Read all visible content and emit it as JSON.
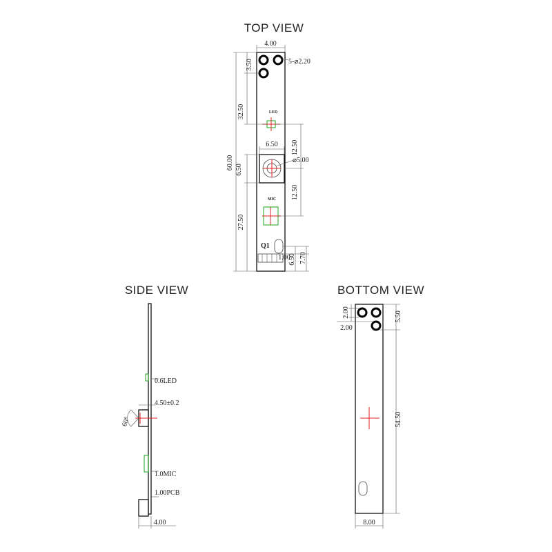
{
  "views": {
    "top": "TOP VIEW",
    "side": "SIDE VIEW",
    "bottom": "BOTTOM VIEW"
  },
  "top_view": {
    "width_top": "4.00",
    "holes_note": "5-⌀2.20",
    "hole_offset": "3.50",
    "dist_led": "32.50",
    "total_length": "60.00",
    "lens_width": "6.50",
    "lens_height": "6.50",
    "lens_diameter": "⌀5.00",
    "led_to_lens": "12.50",
    "lens_to_mic": "12.50",
    "mic_from_bottom": "27.50",
    "led_label": "LED",
    "mic_label": "MIC",
    "q_label": "Q1",
    "slot_width": "1.00",
    "conn_height": "6.50",
    "conn_total": "7.70"
  },
  "side_view": {
    "led_thick": "0.6LED",
    "lens_height": "4.50±0.2",
    "angle": "60°",
    "mic_thick": "1.0MIC",
    "pcb_thick": "1.00PCB",
    "conn_thick": "4.00"
  },
  "bottom_view": {
    "hole_spacing_v": "2.00",
    "hole_spacing_h": "2.00",
    "top_offset": "5.50",
    "length": "54.50",
    "width": "8.00"
  },
  "colors": {
    "line": "#111111",
    "led_mic_marker": "#1aa61a",
    "center_mark": "#e02020"
  }
}
